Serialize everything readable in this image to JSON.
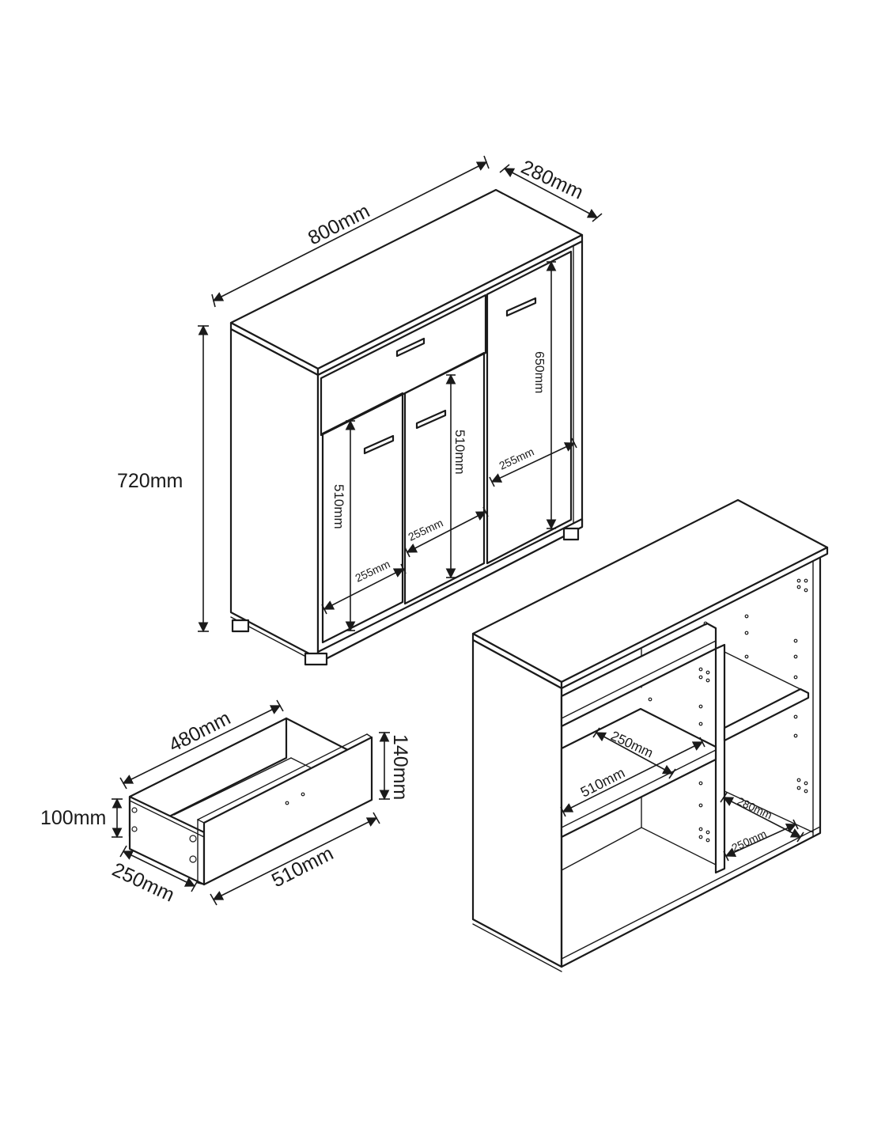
{
  "labels": {
    "top_width": "800mm",
    "top_depth": "280mm",
    "total_height": "720mm",
    "right_door_height": "650mm",
    "mid_door_height": "510mm",
    "left_door_height": "510mm",
    "right_door_width": "255mm",
    "mid_door_width": "255mm",
    "left_door_width": "255mm",
    "drawer_length": "480mm",
    "drawer_height": "140mm",
    "drawer_inner_height": "100mm",
    "drawer_width": "250mm",
    "drawer_front_length": "510mm",
    "inner_shelf_depth": "250mm",
    "inner_shelf_width": "510mm",
    "inner_right_depth": "280mm",
    "inner_right_depth_small": "250mm"
  },
  "colors": {
    "line": "#1a1a1a",
    "background": "#ffffff"
  },
  "icons": [
    "cabinet-front-view",
    "drawer-view",
    "cabinet-interior-view"
  ]
}
